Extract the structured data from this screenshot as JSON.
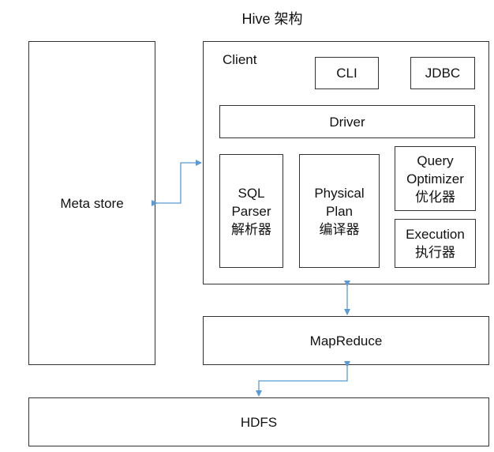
{
  "title": "Hive 架构",
  "meta_store": {
    "label": "Meta store"
  },
  "client": {
    "label": "Client",
    "cli": "CLI",
    "jdbc": "JDBC",
    "driver": "Driver",
    "sql_parser": [
      "SQL",
      "Parser",
      "解析器"
    ],
    "physical_plan": [
      "Physical",
      "Plan",
      "编译器"
    ],
    "query_optimizer": [
      "Query",
      "Optimizer",
      "优化器"
    ],
    "execution": [
      "Execution",
      "执行器"
    ]
  },
  "mapreduce": {
    "label": "MapReduce"
  },
  "hdfs": {
    "label": "HDFS"
  },
  "colors": {
    "border": "#333333",
    "arrow": "#5b9bd5"
  }
}
